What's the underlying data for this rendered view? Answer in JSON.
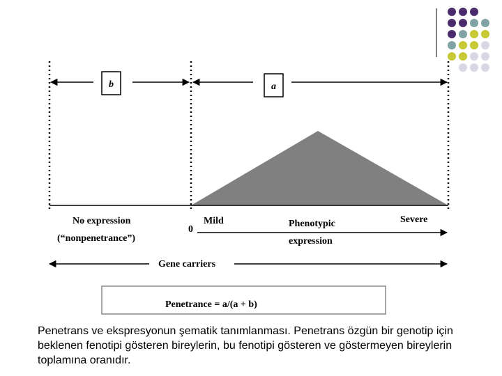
{
  "decoration": {
    "dot_colors": {
      "purple": "#4b2a6b",
      "teal": "#7fa3a6",
      "olive": "#c8c834",
      "lavender": "#d9d9e6"
    },
    "dot_grid": [
      [
        "purple",
        "purple",
        "purple",
        ""
      ],
      [
        "purple",
        "purple",
        "teal",
        "teal"
      ],
      [
        "purple",
        "teal",
        "olive",
        "olive"
      ],
      [
        "teal",
        "olive",
        "olive",
        "lavender"
      ],
      [
        "olive",
        "olive",
        "lavender",
        "lavender"
      ],
      [
        "",
        "lavender",
        "lavender",
        "lavender"
      ]
    ]
  },
  "diagram": {
    "box_b": "b",
    "box_a": "a",
    "labels": {
      "no_expression": "No expression",
      "nonpenetrance": "(“nonpenetrance”)",
      "zero": "0",
      "mild": "Mild",
      "phenotypic": "Phenotypic",
      "expression": "expression",
      "severe": "Severe",
      "gene_carriers": "Gene carriers",
      "formula": "Penetrance = a/(a + b)"
    },
    "triangle_color": "#808080"
  },
  "caption": "Penetrans ve ekspresyonun şematik tanımlanması. Penetrans özgün bir genotip için beklenen fenotipi gösteren bireylerin, bu fenotipi gösteren ve göstermeyen bireylerin toplamına oranıdır."
}
